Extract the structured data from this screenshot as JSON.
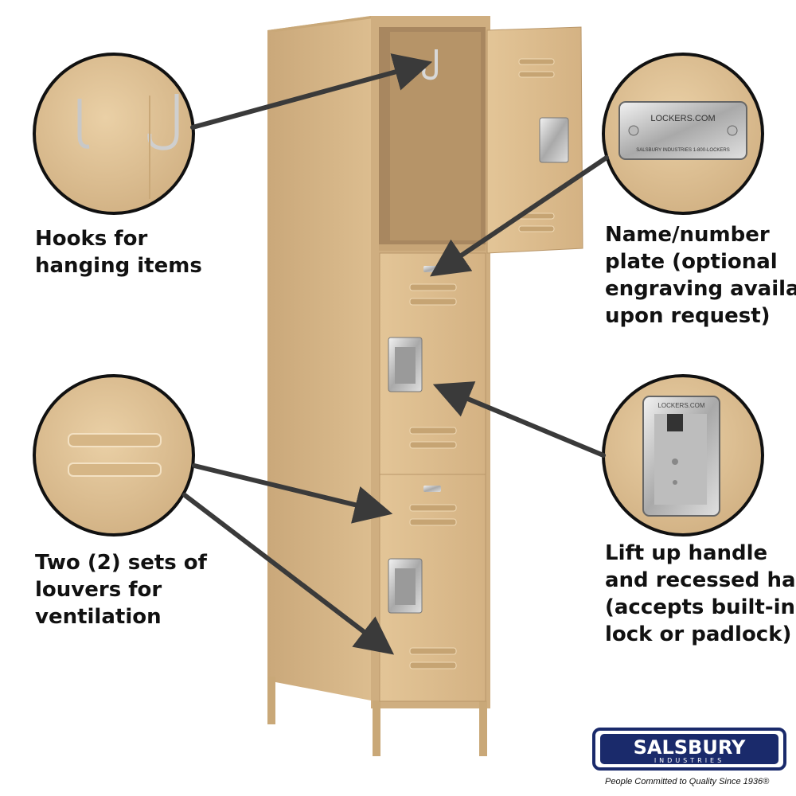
{
  "callouts": {
    "hooks": "Hooks for\nhanging items",
    "name_plate": "Name/number\nplate (optional\nengraving available\nupon request)",
    "louvers": "Two (2) sets of\nlouvers for\nventilation",
    "handle": "Lift up handle\nand recessed hasp\n(accepts built-in\nlock or padlock)"
  },
  "plate_text": {
    "top": "LOCKERS.COM",
    "bottom": "SALSBURY INDUSTRIES  1-800-LOCKERS"
  },
  "hasp_text": "LOCKERS.COM",
  "logo": {
    "name": "SALSBURY",
    "sub": "INDUSTRIES",
    "tagline": "People Committed to Quality Since 1936®"
  },
  "colors": {
    "locker": "#d9b98c",
    "locker_shade": "#b9976a",
    "locker_dark": "#8f7150",
    "arrow": "#3a3a3a",
    "text": "#111111",
    "logo_navy": "#1a2a6b"
  }
}
